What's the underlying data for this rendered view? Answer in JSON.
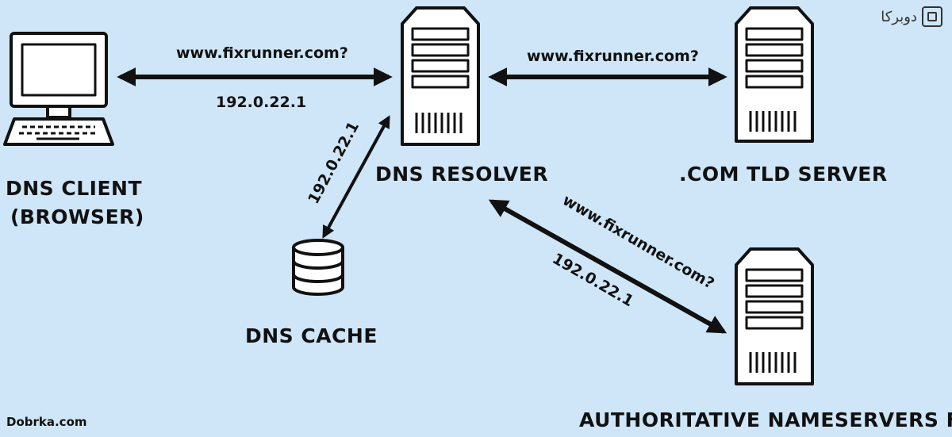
{
  "nodes": {
    "client_line1": "DNS CLIENT",
    "client_line2": "(BROWSER)",
    "resolver": "DNS RESOLVER",
    "tld": ".COM TLD SERVER",
    "cache": "DNS CACHE",
    "authoritative": "AUTHORITATIVE NAMESERVERS FOR"
  },
  "edges": {
    "client_query": "www.fixrunner.com?",
    "client_answer": "192.0.22.1",
    "tld_query": "www.fixrunner.com?",
    "cache_answer": "192.0.22.1",
    "auth_query": "www.fixrunner.com?",
    "auth_answer": "192.0.22.1"
  },
  "watermark": {
    "brand": "دوبرکا",
    "footer": "Dobrka.com"
  },
  "colors": {
    "background": "#cfe6f8",
    "ink": "#111111",
    "box_fill": "#ffffff"
  }
}
